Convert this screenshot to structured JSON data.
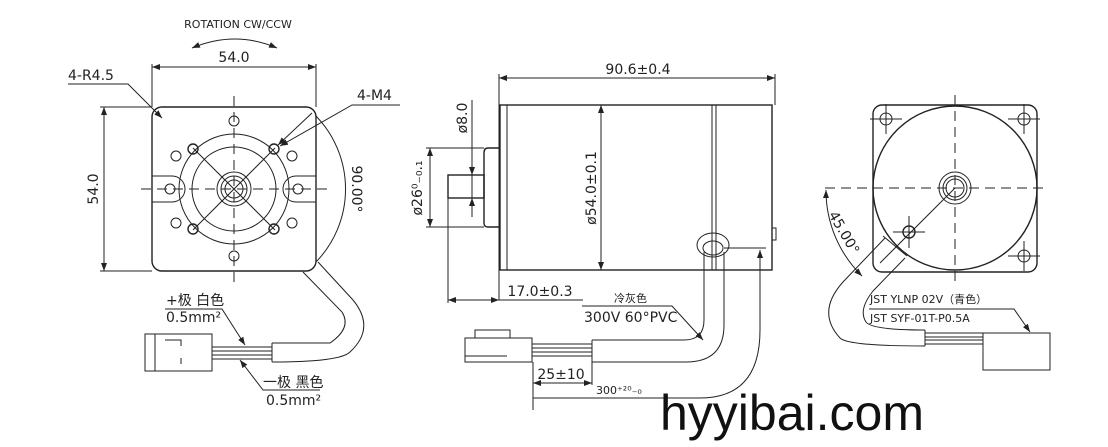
{
  "front_view": {
    "rotation_label": "ROTATION CW/CCW",
    "width_dim": "54.0",
    "height_dim": "54.0",
    "corner_radius_label": "4-R4.5",
    "thread_label": "4-M4",
    "angle_dim": "90.00°",
    "positive_wire_label": "+极 白色",
    "positive_wire_size": "0.5mm²",
    "negative_wire_label": "一极 黑色",
    "negative_wire_size": "0.5mm²"
  },
  "side_view": {
    "length_dim": "90.6±0.4",
    "shaft_dia": "ø8.0",
    "pilot_dia": "ø26⁰₋₀.₁",
    "body_dia": "ø54.0±0.1",
    "shaft_length_dim": "17.0±0.3",
    "cable_color": "冷灰色",
    "cable_spec": "300V 60°PVC",
    "strip_length_dim": "25±10",
    "cable_length_dim": "300⁺²⁰₋₀"
  },
  "rear_view": {
    "angle_dim": "45.00°",
    "housing_label": "JST YLNP 02V（青色）",
    "terminal_label": "JST SYF-01T-P0.5A"
  },
  "watermark": "hyyibai.com"
}
